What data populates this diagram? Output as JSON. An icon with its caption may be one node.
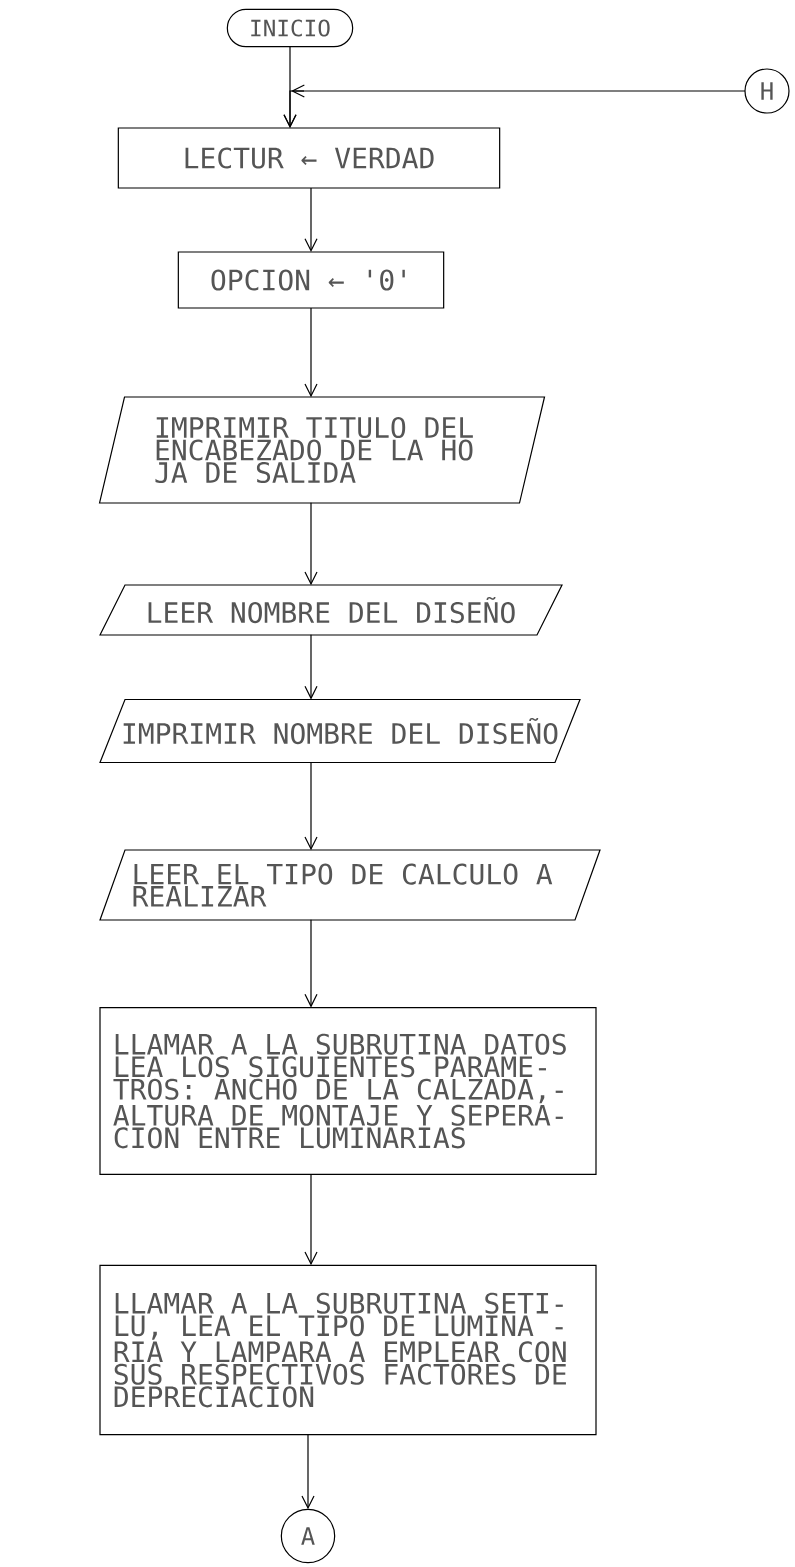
{
  "diagram": {
    "nodes": [
      {
        "text": [
          "INICIO"
        ]
      },
      {
        "text": [
          "H"
        ]
      },
      {
        "text": [
          "LECTUR ← VERDAD"
        ]
      },
      {
        "text": [
          "OPCION ← '0'"
        ]
      },
      {
        "text": [
          "IMPRIMIR TITULO DEL ENCABEZADO DE LA HO JA DE SALIDA"
        ]
      },
      {
        "text": [
          "LEER NOMBRE DEL DISEÑO"
        ]
      },
      {
        "text": [
          "IMPRIMIR NOMBRE DEL DISEÑO"
        ]
      },
      {
        "text": [
          "LEER EL TIPO DE CALCULO A REALIZAR"
        ]
      },
      {
        "text": [
          "LLAMAR A LA SUBRUTINA DATOS LEA LOS SIGUIENTES PARAME- TROS: ANCHO DE LA CALZADA,- ALTURA DE MONTAJE Y SEPERA- CION ENTRE LUMINARIAS"
        ]
      },
      {
        "text": [
          "LLAMAR A LA SUBRUTINA SETI- LU, LEA EL TIPO DE LUMINA - RIA Y LAMPARA A EMPLEAR CON SUS RESPECTIVOS FACTORES DE DEPRECIACION"
        ]
      },
      {
        "text": [
          "A"
        ]
      }
    ],
    "edges": [
      {
        "from": 0,
        "to": 2,
        "arrow": "to"
      },
      {
        "from": 1,
        "to": 2,
        "arrow": "to"
      },
      {
        "from": 2,
        "to": 3,
        "arrow": "to"
      },
      {
        "from": 3,
        "to": 4,
        "arrow": "to"
      },
      {
        "from": 4,
        "to": 5,
        "arrow": "to"
      },
      {
        "from": 5,
        "to": 6,
        "arrow": "to"
      },
      {
        "from": 6,
        "to": 7,
        "arrow": "to"
      },
      {
        "from": 7,
        "to": 8,
        "arrow": "to"
      },
      {
        "from": 8,
        "to": 9,
        "arrow": "to"
      },
      {
        "from": 9,
        "to": 10,
        "arrow": "to"
      }
    ]
  }
}
